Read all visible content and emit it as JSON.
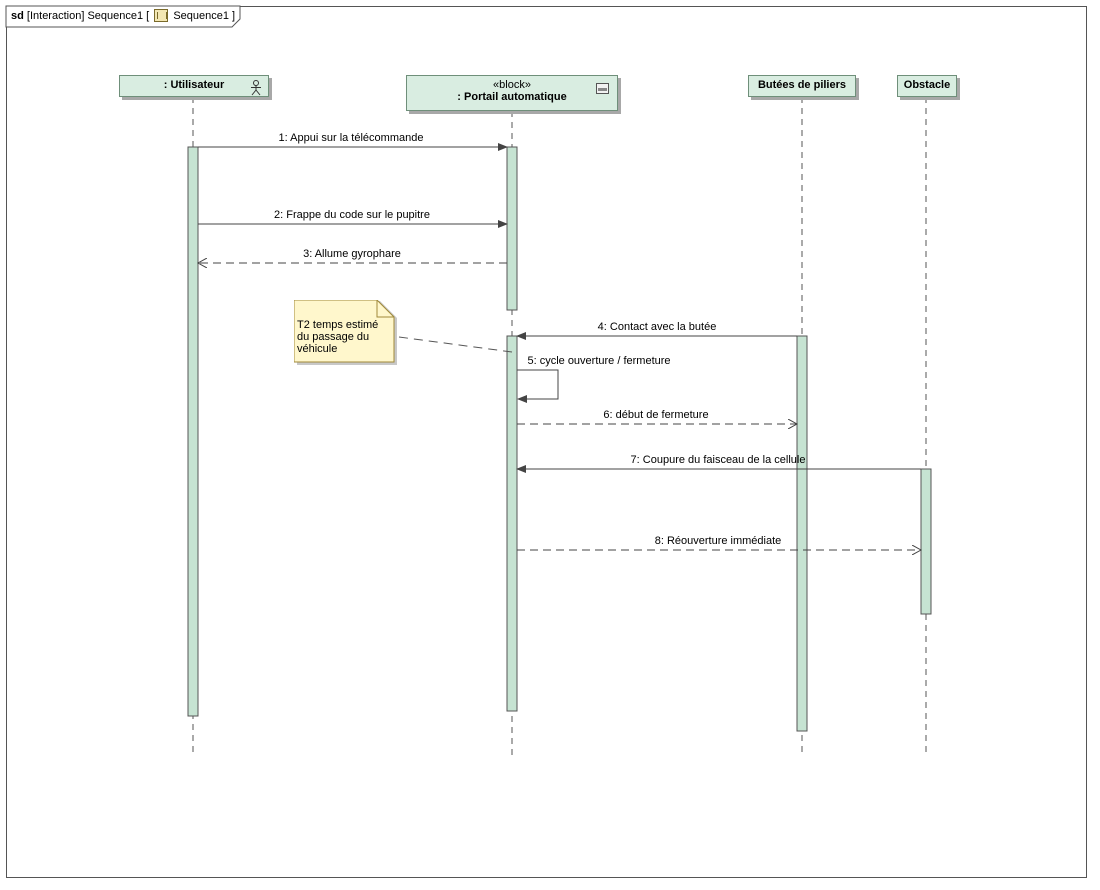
{
  "frame": {
    "kind": "sd",
    "title_prefix": "[Interaction] Sequence1 [",
    "title_suffix": "Sequence1 ]"
  },
  "lifelines": [
    {
      "id": "utilisateur",
      "name": ": Utilisateur",
      "stereotype": "",
      "icon": "actor-icon"
    },
    {
      "id": "portail",
      "name": ": Portail automatique",
      "stereotype": "«block»",
      "icon": "block-icon"
    },
    {
      "id": "butees",
      "name": "Butées de piliers",
      "stereotype": "",
      "icon": ""
    },
    {
      "id": "obstacle",
      "name": "Obstacle",
      "stereotype": "",
      "icon": ""
    }
  ],
  "messages": [
    {
      "id": 1,
      "label": "1: Appui sur la télécommande",
      "from": "utilisateur",
      "to": "portail",
      "type": "sync"
    },
    {
      "id": 2,
      "label": "2: Frappe du code sur le pupitre",
      "from": "utilisateur",
      "to": "portail",
      "type": "sync"
    },
    {
      "id": 3,
      "label": "3: Allume gyrophare",
      "from": "portail",
      "to": "utilisateur",
      "type": "reply"
    },
    {
      "id": 4,
      "label": "4: Contact avec la butée",
      "from": "butees",
      "to": "portail",
      "type": "sync"
    },
    {
      "id": 5,
      "label": "5: cycle ouverture / fermeture",
      "from": "portail",
      "to": "portail",
      "type": "self"
    },
    {
      "id": 6,
      "label": "6: début de fermeture",
      "from": "portail",
      "to": "butees",
      "type": "reply"
    },
    {
      "id": 7,
      "label": "7: Coupure du faisceau de la cellule",
      "from": "obstacle",
      "to": "portail",
      "type": "sync"
    },
    {
      "id": 8,
      "label": "8: Réouverture immédiate",
      "from": "portail",
      "to": "obstacle",
      "type": "reply"
    }
  ],
  "note": {
    "text": "T2 temps estimé du passage du véhicule"
  },
  "colors": {
    "lifeline_fill": "#d9ede1",
    "activation_fill": "#c6e3d2",
    "note_fill": "#fff7cc",
    "line": "#444444"
  }
}
